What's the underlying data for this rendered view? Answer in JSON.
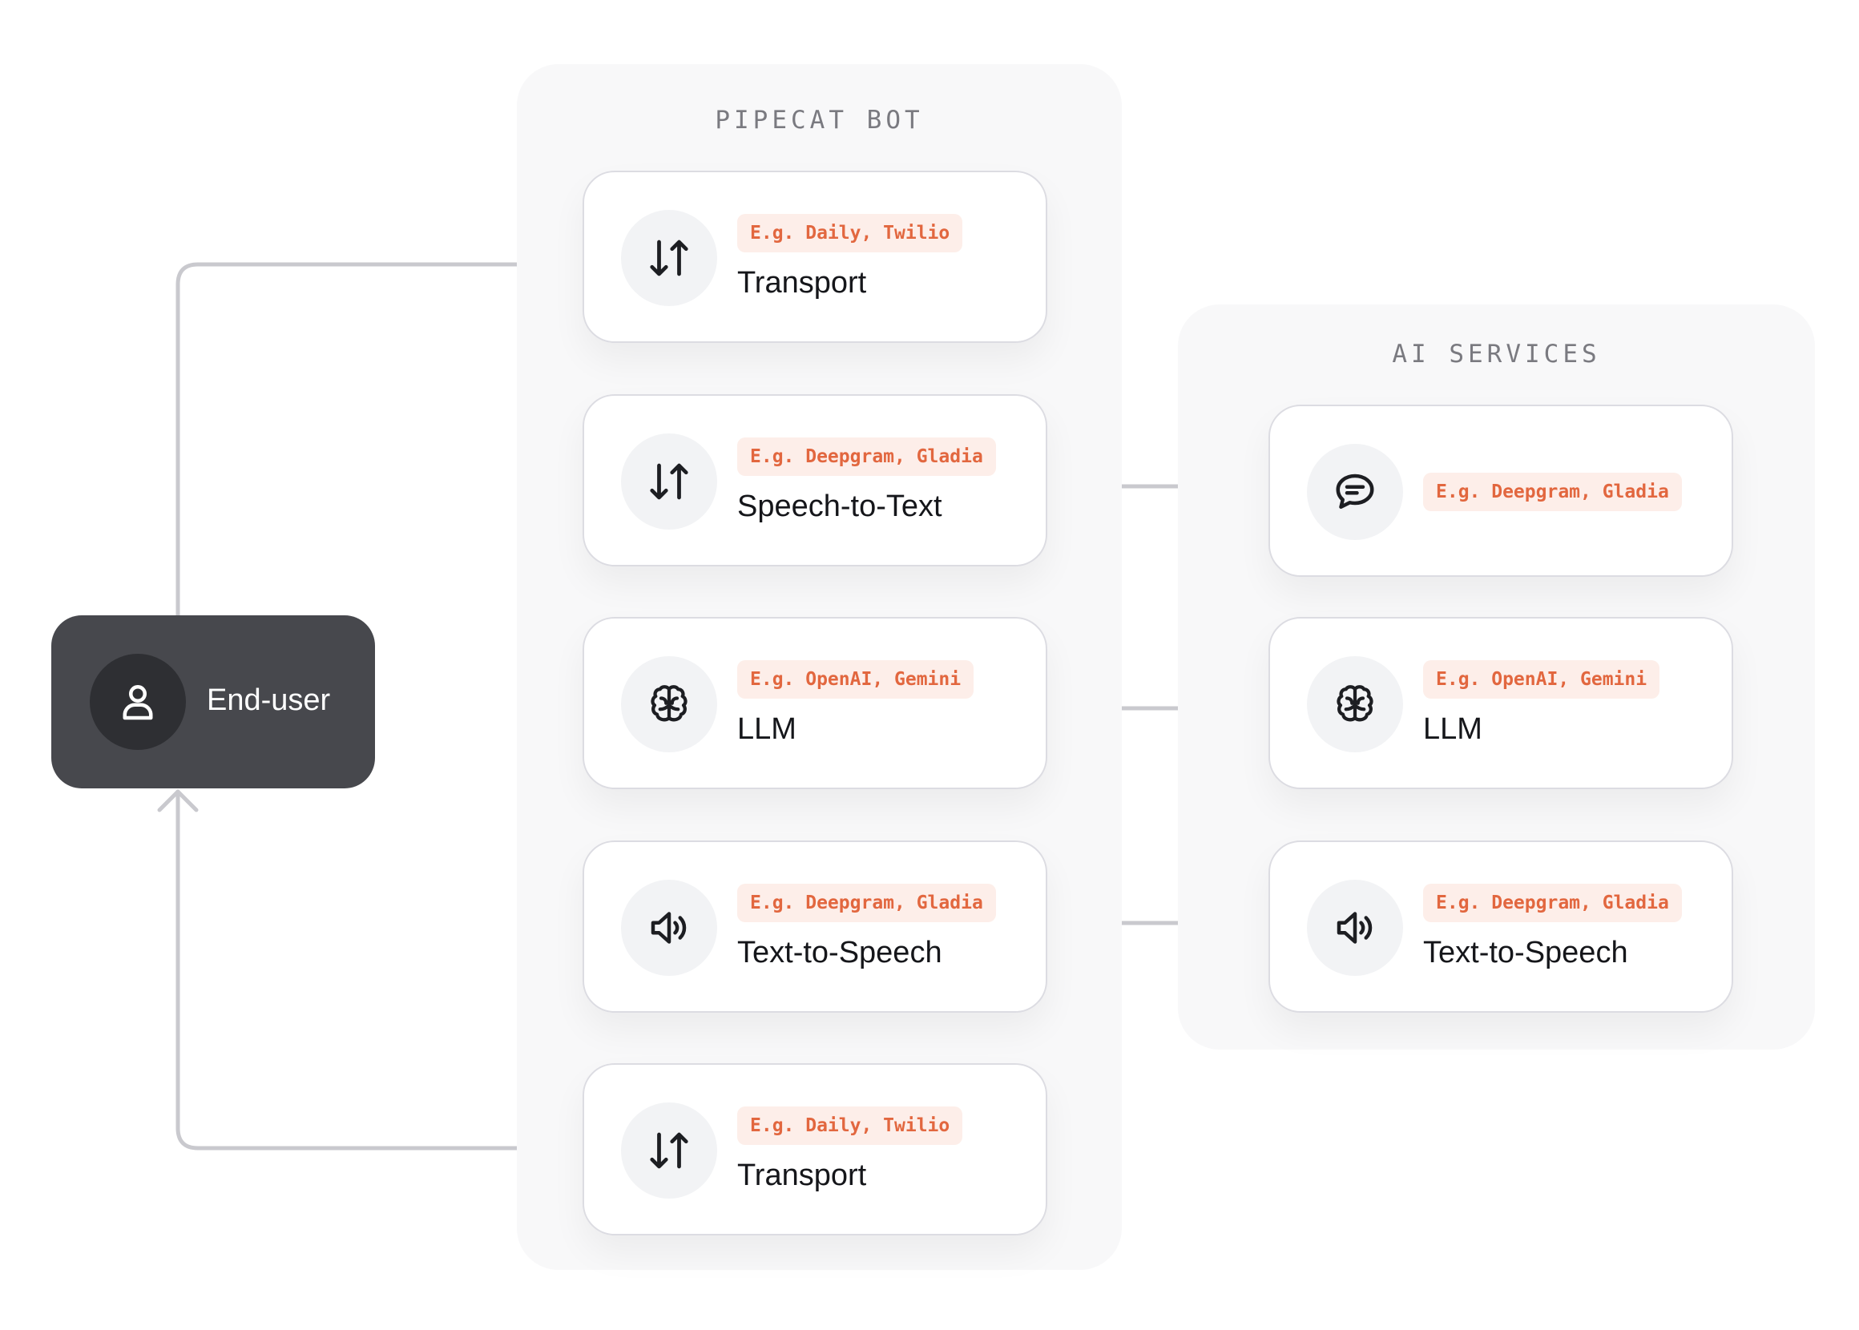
{
  "bot": {
    "title": "PIPECAT BOT",
    "cards": [
      {
        "label": "Transport",
        "badge": "E.g. Daily, Twilio",
        "icon": "arrows-up-down-icon"
      },
      {
        "label": "Speech-to-Text",
        "badge": "E.g. Deepgram, Gladia",
        "icon": "arrows-up-down-icon"
      },
      {
        "label": "LLM",
        "badge": "E.g. OpenAI, Gemini",
        "icon": "brain-icon"
      },
      {
        "label": "Text-to-Speech",
        "badge": "E.g. Deepgram, Gladia",
        "icon": "speaker-icon"
      },
      {
        "label": "Transport",
        "badge": "E.g. Daily, Twilio",
        "icon": "arrows-up-down-icon"
      }
    ]
  },
  "ai": {
    "title": "AI SERVICES",
    "cards": [
      {
        "label": "",
        "badge": "E.g. Deepgram, Gladia",
        "icon": "speech-bubble-icon"
      },
      {
        "label": "LLM",
        "badge": "E.g. OpenAI, Gemini",
        "icon": "brain-icon"
      },
      {
        "label": "Text-to-Speech",
        "badge": "E.g. Deepgram, Gladia",
        "icon": "speaker-icon"
      }
    ]
  },
  "enduser": {
    "label": "End-user",
    "icon": "user-icon"
  },
  "colors": {
    "connector": "#c9c9ce",
    "badge_text": "#e2673f",
    "badge_bg": "#fdeee9",
    "enduser_bg": "#47484d",
    "panel_bg": "#f8f8f9"
  }
}
